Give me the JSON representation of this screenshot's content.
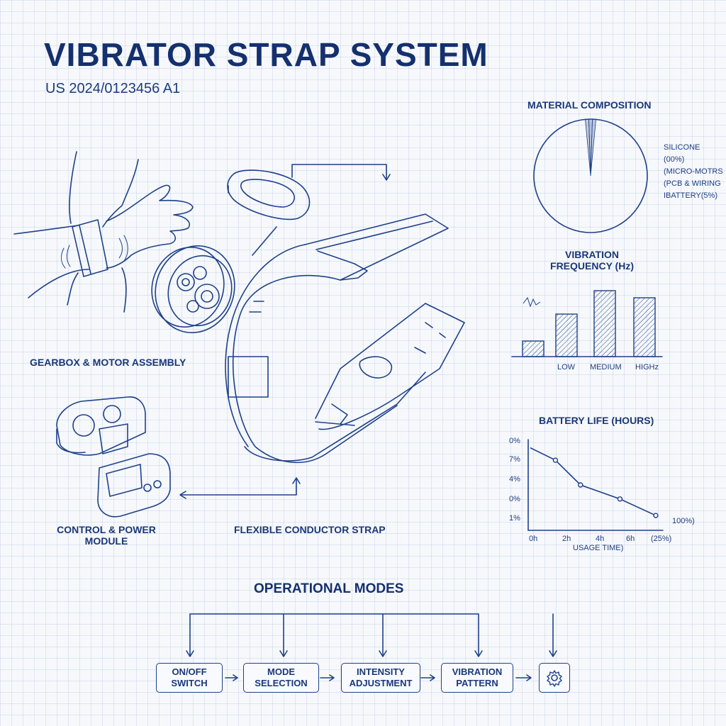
{
  "header": {
    "title": "VIBRATOR STRAP SYSTEM",
    "patent_number": "US 2024/0123456 A1"
  },
  "components": {
    "gearbox": "GEARBOX & MOTOR ASSEMBLY",
    "control_line1": "CONTROL & POWER",
    "control_line2": "MODULE",
    "strap": "FLEXIBLE CONDUCTOR STRAP"
  },
  "material": {
    "title": "MATERIAL COMPOSITION",
    "labels": [
      "SILICONE",
      "(00%)",
      "(MICRO-MOTRS",
      "(PCB & WIRING",
      "IBATTERY(5%)"
    ]
  },
  "vibration": {
    "title_line1": "VIBRATION",
    "title_line2": "FREQUENCY (Hz)",
    "categories": [
      "LOW",
      "MEDIUM",
      "HIGHz"
    ]
  },
  "battery": {
    "title": "BATTERY LIFE (HOURS)",
    "y_ticks": [
      "0%",
      "7%",
      "4%",
      "0%",
      "1%"
    ],
    "x_ticks": [
      "0h",
      "2h",
      "4h",
      "6h",
      "(25%)"
    ],
    "x_label": "USAGE TIME)",
    "end_label": "100%)"
  },
  "modes": {
    "title": "OPERATIONAL MODES",
    "items": [
      {
        "line1": "ON/OFF",
        "line2": "SWITCH"
      },
      {
        "line1": "MODE",
        "line2": "SELECTION"
      },
      {
        "line1": "INTENSITY",
        "line2": "ADJUSTMENT"
      },
      {
        "line1": "VIBRATION",
        "line2": "PATTERN"
      }
    ]
  },
  "chart_data": [
    {
      "type": "pie",
      "title": "MATERIAL COMPOSITION",
      "categories": [
        "SILICONE",
        "MICRO-MOTRS",
        "PCB & WIRING",
        "BATTERY"
      ],
      "values": [
        97,
        1,
        1,
        1
      ]
    },
    {
      "type": "bar",
      "title": "VIBRATION FREQUENCY (Hz)",
      "categories": [
        "",
        "LOW",
        "MEDIUM",
        "HIGHz"
      ],
      "values": [
        2.2,
        6.0,
        9.3,
        8.3
      ],
      "ylim": [
        0,
        10
      ]
    },
    {
      "type": "line",
      "title": "BATTERY LIFE (HOURS)",
      "xlabel": "USAGE TIME)",
      "x": [
        0,
        1.4,
        2.8,
        5,
        7
      ],
      "y": [
        100,
        85,
        55,
        38,
        18
      ],
      "xlim": [
        0,
        7.2
      ],
      "ylim": [
        0,
        110
      ]
    }
  ],
  "colors": {
    "ink": "#1f4189",
    "title": "#14306e",
    "background": "#f6f8fb"
  }
}
